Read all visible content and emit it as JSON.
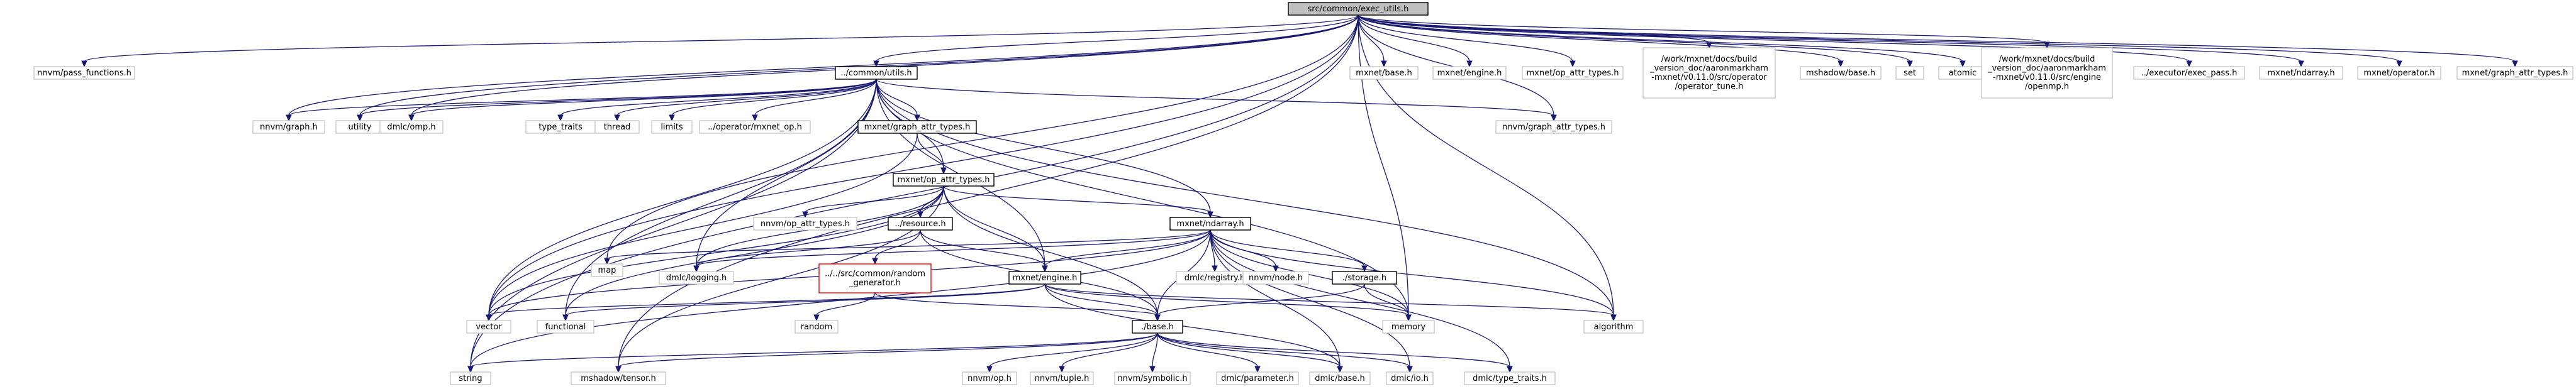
{
  "nodes": [
    {
      "id": "root",
      "lines": [
        "src/common/exec_utils.h"
      ],
      "style": "root"
    },
    {
      "id": "pass_functions",
      "lines": [
        "nnvm/pass_functions.h"
      ],
      "style": "plain"
    },
    {
      "id": "common_utils",
      "lines": [
        "../common/utils.h"
      ],
      "style": "boxed"
    },
    {
      "id": "mxnet_base",
      "lines": [
        "mxnet/base.h"
      ],
      "style": "plain"
    },
    {
      "id": "mxnet_engine_top",
      "lines": [
        "mxnet/engine.h"
      ],
      "style": "plain"
    },
    {
      "id": "mxnet_op_attr_top",
      "lines": [
        "mxnet/op_attr_types.h"
      ],
      "style": "plain"
    },
    {
      "id": "operator_tune",
      "lines": [
        "/work/mxnet/docs/build",
        "_version_doc/aaronmarkham",
        "-mxnet/v0.11.0/src/operator",
        "/operator_tune.h"
      ],
      "style": "plain"
    },
    {
      "id": "mshadow_base",
      "lines": [
        "mshadow/base.h"
      ],
      "style": "plain"
    },
    {
      "id": "set",
      "lines": [
        "set"
      ],
      "style": "plain"
    },
    {
      "id": "atomic",
      "lines": [
        "atomic"
      ],
      "style": "plain"
    },
    {
      "id": "openmp",
      "lines": [
        "/work/mxnet/docs/build",
        "_version_doc/aaronmarkham",
        "-mxnet/v0.11.0/src/engine",
        "/openmp.h"
      ],
      "style": "plain"
    },
    {
      "id": "exec_pass",
      "lines": [
        "../executor/exec_pass.h"
      ],
      "style": "plain"
    },
    {
      "id": "mxnet_ndarray_top",
      "lines": [
        "mxnet/ndarray.h"
      ],
      "style": "plain"
    },
    {
      "id": "mxnet_operator",
      "lines": [
        "mxnet/operator.h"
      ],
      "style": "plain"
    },
    {
      "id": "mxnet_graph_attr_top",
      "lines": [
        "mxnet/graph_attr_types.h"
      ],
      "style": "plain"
    },
    {
      "id": "nnvm_graph",
      "lines": [
        "nnvm/graph.h"
      ],
      "style": "plain"
    },
    {
      "id": "utility",
      "lines": [
        "utility"
      ],
      "style": "plain"
    },
    {
      "id": "dmlc_omp",
      "lines": [
        "dmlc/omp.h"
      ],
      "style": "plain"
    },
    {
      "id": "type_traits",
      "lines": [
        "type_traits"
      ],
      "style": "plain"
    },
    {
      "id": "thread",
      "lines": [
        "thread"
      ],
      "style": "plain"
    },
    {
      "id": "limits",
      "lines": [
        "limits"
      ],
      "style": "plain"
    },
    {
      "id": "mxnet_op",
      "lines": [
        "../operator/mxnet_op.h"
      ],
      "style": "plain"
    },
    {
      "id": "mxnet_graph_attr_boxed",
      "lines": [
        "mxnet/graph_attr_types.h"
      ],
      "style": "boxed"
    },
    {
      "id": "nnvm_graph_attr",
      "lines": [
        "nnvm/graph_attr_types.h"
      ],
      "style": "plain"
    },
    {
      "id": "mxnet_op_attr_boxed",
      "lines": [
        "mxnet/op_attr_types.h"
      ],
      "style": "boxed"
    },
    {
      "id": "nnvm_op_attr",
      "lines": [
        "nnvm/op_attr_types.h"
      ],
      "style": "plain"
    },
    {
      "id": "resource",
      "lines": [
        "../resource.h"
      ],
      "style": "boxed"
    },
    {
      "id": "mxnet_ndarray_boxed",
      "lines": [
        "mxnet/ndarray.h"
      ],
      "style": "boxed"
    },
    {
      "id": "map",
      "lines": [
        "map"
      ],
      "style": "plain"
    },
    {
      "id": "dmlc_logging",
      "lines": [
        "dmlc/logging.h"
      ],
      "style": "plain"
    },
    {
      "id": "random_gen",
      "lines": [
        "../../src/common/random",
        "_generator.h"
      ],
      "style": "warn"
    },
    {
      "id": "mxnet_engine_boxed",
      "lines": [
        "mxnet/engine.h"
      ],
      "style": "boxed"
    },
    {
      "id": "dmlc_registry",
      "lines": [
        "dmlc/registry.h"
      ],
      "style": "plain"
    },
    {
      "id": "nnvm_node",
      "lines": [
        "nnvm/node.h"
      ],
      "style": "plain"
    },
    {
      "id": "storage",
      "lines": [
        "./storage.h"
      ],
      "style": "boxed"
    },
    {
      "id": "vector",
      "lines": [
        "vector"
      ],
      "style": "plain"
    },
    {
      "id": "functional",
      "lines": [
        "functional"
      ],
      "style": "plain"
    },
    {
      "id": "random",
      "lines": [
        "random"
      ],
      "style": "plain"
    },
    {
      "id": "memory",
      "lines": [
        "memory"
      ],
      "style": "plain"
    },
    {
      "id": "algorithm",
      "lines": [
        "algorithm"
      ],
      "style": "plain"
    },
    {
      "id": "base_h",
      "lines": [
        "./base.h"
      ],
      "style": "boxed"
    },
    {
      "id": "string",
      "lines": [
        "string"
      ],
      "style": "plain"
    },
    {
      "id": "mshadow_tensor",
      "lines": [
        "mshadow/tensor.h"
      ],
      "style": "plain"
    },
    {
      "id": "nnvm_op",
      "lines": [
        "nnvm/op.h"
      ],
      "style": "plain"
    },
    {
      "id": "nnvm_tuple",
      "lines": [
        "nnvm/tuple.h"
      ],
      "style": "plain"
    },
    {
      "id": "nnvm_symbolic",
      "lines": [
        "nnvm/symbolic.h"
      ],
      "style": "plain"
    },
    {
      "id": "dmlc_parameter",
      "lines": [
        "dmlc/parameter.h"
      ],
      "style": "plain"
    },
    {
      "id": "dmlc_base",
      "lines": [
        "dmlc/base.h"
      ],
      "style": "plain"
    },
    {
      "id": "dmlc_io",
      "lines": [
        "dmlc/io.h"
      ],
      "style": "plain"
    },
    {
      "id": "dmlc_type_traits",
      "lines": [
        "dmlc/type_traits.h"
      ],
      "style": "plain"
    }
  ],
  "edges": [
    [
      "root",
      "pass_functions"
    ],
    [
      "root",
      "common_utils"
    ],
    [
      "root",
      "mxnet_base"
    ],
    [
      "root",
      "mxnet_engine_top"
    ],
    [
      "root",
      "mxnet_op_attr_top"
    ],
    [
      "root",
      "operator_tune"
    ],
    [
      "root",
      "mshadow_base"
    ],
    [
      "root",
      "set"
    ],
    [
      "root",
      "atomic"
    ],
    [
      "root",
      "openmp"
    ],
    [
      "root",
      "exec_pass"
    ],
    [
      "root",
      "mxnet_ndarray_top"
    ],
    [
      "root",
      "mxnet_operator"
    ],
    [
      "root",
      "mxnet_graph_attr_top"
    ],
    [
      "root",
      "nnvm_graph"
    ],
    [
      "root",
      "utility"
    ],
    [
      "root",
      "dmlc_omp"
    ],
    [
      "root",
      "nnvm_graph_attr"
    ],
    [
      "root",
      "vector"
    ],
    [
      "root",
      "map"
    ],
    [
      "root",
      "string"
    ],
    [
      "root",
      "mshadow_tensor"
    ],
    [
      "root",
      "memory"
    ],
    [
      "root",
      "algorithm"
    ],
    [
      "common_utils",
      "nnvm_graph"
    ],
    [
      "common_utils",
      "utility"
    ],
    [
      "common_utils",
      "dmlc_omp"
    ],
    [
      "common_utils",
      "type_traits"
    ],
    [
      "common_utils",
      "thread"
    ],
    [
      "common_utils",
      "limits"
    ],
    [
      "common_utils",
      "mxnet_op"
    ],
    [
      "common_utils",
      "mxnet_graph_attr_boxed"
    ],
    [
      "common_utils",
      "nnvm_graph_attr"
    ],
    [
      "common_utils",
      "mxnet_op_attr_boxed"
    ],
    [
      "common_utils",
      "mxnet_ndarray_boxed"
    ],
    [
      "common_utils",
      "mxnet_engine_boxed"
    ],
    [
      "common_utils",
      "dmlc_logging"
    ],
    [
      "common_utils",
      "vector"
    ],
    [
      "common_utils",
      "string"
    ],
    [
      "common_utils",
      "memory"
    ],
    [
      "common_utils",
      "algorithm"
    ],
    [
      "common_utils",
      "functional"
    ],
    [
      "mxnet_graph_attr_boxed",
      "mxnet_op_attr_boxed"
    ],
    [
      "mxnet_graph_attr_boxed",
      "vector"
    ],
    [
      "mxnet_op_attr_boxed",
      "nnvm_op_attr"
    ],
    [
      "mxnet_op_attr_boxed",
      "resource"
    ],
    [
      "mxnet_op_attr_boxed",
      "mxnet_ndarray_boxed"
    ],
    [
      "mxnet_op_attr_boxed",
      "mxnet_engine_boxed"
    ],
    [
      "mxnet_op_attr_boxed",
      "base_h"
    ],
    [
      "mxnet_op_attr_boxed",
      "vector"
    ],
    [
      "mxnet_op_attr_boxed",
      "functional"
    ],
    [
      "mxnet_op_attr_boxed",
      "mshadow_tensor"
    ],
    [
      "mxnet_op_attr_boxed",
      "dmlc_logging"
    ],
    [
      "resource",
      "random_gen"
    ],
    [
      "resource",
      "mxnet_engine_boxed"
    ],
    [
      "resource",
      "base_h"
    ],
    [
      "resource",
      "dmlc_logging"
    ],
    [
      "mxnet_ndarray_boxed",
      "map"
    ],
    [
      "mxnet_ndarray_boxed",
      "dmlc_logging"
    ],
    [
      "mxnet_ndarray_boxed",
      "dmlc_registry"
    ],
    [
      "mxnet_ndarray_boxed",
      "nnvm_node"
    ],
    [
      "mxnet_ndarray_boxed",
      "storage"
    ],
    [
      "mxnet_ndarray_boxed",
      "mxnet_engine_boxed"
    ],
    [
      "mxnet_ndarray_boxed",
      "vector"
    ],
    [
      "mxnet_ndarray_boxed",
      "memory"
    ],
    [
      "mxnet_ndarray_boxed",
      "algorithm"
    ],
    [
      "mxnet_ndarray_boxed",
      "base_h"
    ],
    [
      "mxnet_ndarray_boxed",
      "dmlc_base"
    ],
    [
      "mxnet_ndarray_boxed",
      "dmlc_io"
    ],
    [
      "mxnet_ndarray_boxed",
      "dmlc_type_traits"
    ],
    [
      "mxnet_ndarray_boxed",
      "string"
    ],
    [
      "random_gen",
      "random"
    ],
    [
      "random_gen",
      "base_h"
    ],
    [
      "mxnet_engine_boxed",
      "vector"
    ],
    [
      "mxnet_engine_boxed",
      "functional"
    ],
    [
      "mxnet_engine_boxed",
      "memory"
    ],
    [
      "mxnet_engine_boxed",
      "algorithm"
    ],
    [
      "mxnet_engine_boxed",
      "base_h"
    ],
    [
      "mxnet_engine_boxed",
      "dmlc_base"
    ],
    [
      "storage",
      "memory"
    ],
    [
      "storage",
      "base_h"
    ],
    [
      "base_h",
      "string"
    ],
    [
      "base_h",
      "mshadow_tensor"
    ],
    [
      "base_h",
      "nnvm_op"
    ],
    [
      "base_h",
      "nnvm_tuple"
    ],
    [
      "base_h",
      "nnvm_symbolic"
    ],
    [
      "base_h",
      "dmlc_parameter"
    ],
    [
      "base_h",
      "dmlc_base"
    ],
    [
      "base_h",
      "dmlc_io"
    ],
    [
      "base_h",
      "dmlc_type_traits"
    ]
  ]
}
